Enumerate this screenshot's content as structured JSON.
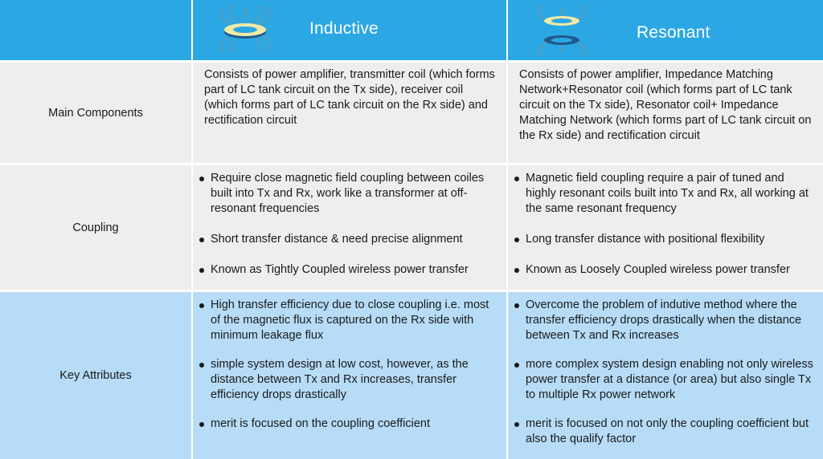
{
  "header": {
    "inductive_title": "Inductive",
    "resonant_title": "Resonant",
    "inductive_icon": "inductive-coil-icon",
    "resonant_icon": "resonant-coil-icon",
    "colors": {
      "header_bg": "#2ba8e4",
      "row_gray": "#efeded",
      "row_blue": "#b7dcf7"
    }
  },
  "rows": {
    "main_components": {
      "label": "Main Components",
      "inductive": "Consists of power amplifier, transmitter coil (which forms part of LC tank circuit on the Tx side), receiver coil (which forms part of LC tank circuit on the Rx side) and rectification circuit",
      "resonant": "Consists of power amplifier, Impedance Matching Network+Resonator coil (which forms part of LC tank circuit on the Tx side), Resonator coil+ Impedance Matching Network (which forms part of LC tank circuit on the Rx side) and rectification circuit"
    },
    "coupling": {
      "label": "Coupling",
      "inductive": [
        "Require close magnetic field coupling between coiles built into Tx and Rx, work like a transformer at off-resonant frequencies",
        "Short transfer distance & need precise alignment",
        "Known as Tightly Coupled wireless power transfer"
      ],
      "resonant": [
        "Magnetic field coupling require a pair of tuned and highly resonant coils built into Tx and Rx, all working at the same resonant frequency",
        "Long transfer distance with positional flexibility",
        "Known as Loosely Coupled wireless power transfer"
      ]
    },
    "key_attributes": {
      "label": "Key Attributes",
      "inductive": [
        "High transfer efficiency due to close coupling i.e. most of the magnetic flux is captured on the Rx side with minimum leakage flux",
        "simple system design at low cost, however, as the distance between Tx and Rx increases,  transfer efficiency drops drastically",
        "merit is focused on the coupling coefficient"
      ],
      "resonant": [
        "Overcome the problem of indutive method where the transfer efficiency drops drastically when the distance between Tx and Rx increases",
        "more complex system design enabling not only wireless power transfer at a distance (or area) but also single Tx to multiple Rx power network",
        "merit is focused on not only the coupling coefficient but also the qualify factor"
      ]
    }
  }
}
